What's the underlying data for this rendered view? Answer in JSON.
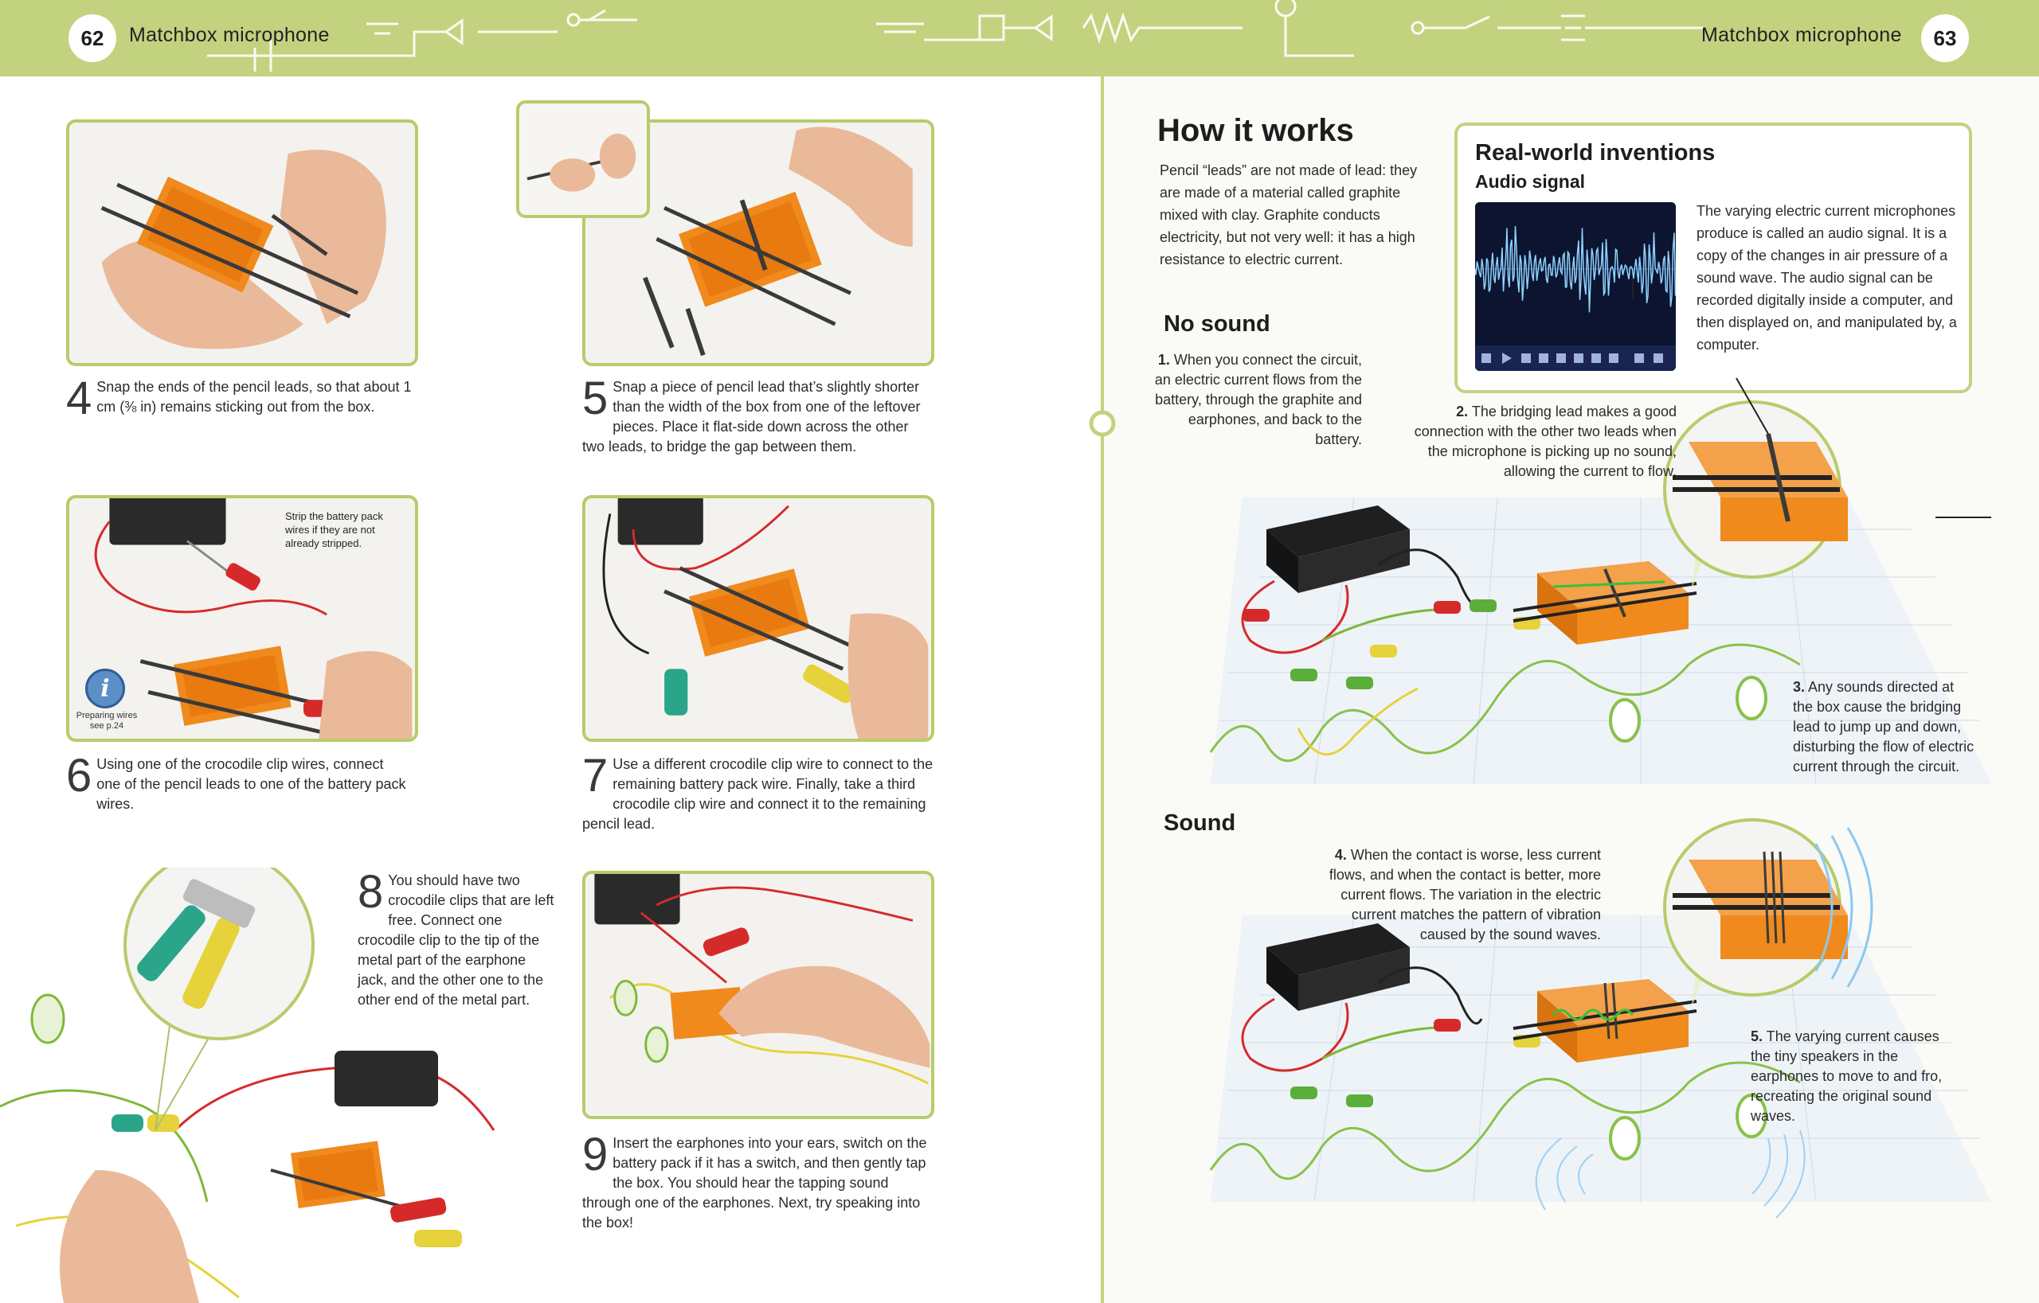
{
  "left_page": {
    "page_number": "62",
    "title": "Matchbox microphone",
    "steps": [
      {
        "number": "4",
        "text": "Snap the ends of the pencil leads, so that about 1 cm (⅜ in) remains sticking out from the box."
      },
      {
        "number": "5",
        "text": "Snap a piece of pencil lead that’s slightly shorter than the width of the box from one of the leftover pieces. Place it flat-side down across the other two leads, to bridge the gap between them."
      },
      {
        "number": "6",
        "text": "Using one of the crocodile clip wires, connect one of the pencil leads to one of the battery pack wires."
      },
      {
        "number": "7",
        "text": "Use a different crocodile clip wire to connect to the remaining battery pack wire. Finally, take a third crocodile clip wire and connect it to the remaining pencil lead."
      },
      {
        "number": "8",
        "text": "You should have two crocodile clips that are left free. Connect one crocodile clip to the tip of the metal part of the earphone jack, and the other one to the other end of the metal part."
      },
      {
        "number": "9",
        "text": "Insert the earphones into your ears, switch on the battery pack if it has a switch, and then gently tap the box. You should hear the tapping sound through one of the earphones. Next, try speaking into the box!"
      }
    ],
    "strip_note": "Strip the battery pack wires if they are not already stripped.",
    "info_icon_glyph": "i",
    "info_label": "Preparing wires see p.24"
  },
  "right_page": {
    "page_number": "63",
    "title": "Matchbox microphone",
    "how_heading": "How it works",
    "how_text": "Pencil “leads” are not made of lead: they are made of a material called graphite mixed with clay. Graphite conducts electricity, but not very well: it has a high resistance to electric current.",
    "real_world": {
      "title": "Real-world inventions",
      "subtitle": "Audio signal",
      "text": "The varying electric current microphones produce is called an audio signal. It is a copy of the changes in air pressure of a sound wave. The audio signal can be recorded digitally inside a computer, and then displayed on, and manipulated by, a computer."
    },
    "no_sound_heading": "No sound",
    "sound_heading": "Sound",
    "callouts": [
      {
        "num": "1.",
        "text": "When you connect the circuit, an electric current flows from the battery, through the graphite and earphones, and back to the battery."
      },
      {
        "num": "2.",
        "text": "The bridging lead makes a good connection with the other two leads when the microphone is picking up no sound, allowing the current to flow."
      },
      {
        "num": "3.",
        "text": "Any sounds directed at the box cause the bridging lead to jump up and down, disturbing the flow of electric current through the circuit."
      },
      {
        "num": "4.",
        "text": "When the contact is worse, less current flows, and when the contact is better, more current flows. The variation in the electric current matches the pattern of vibration caused by the sound waves."
      },
      {
        "num": "5.",
        "text": "The varying current causes the tiny speakers in the earphones to move to and fro, recreating the original sound waves."
      }
    ]
  },
  "colors": {
    "header_band": "#c3d27f",
    "frame_green": "#b6cc6a",
    "box_orange": "#f08a1c",
    "wire_red": "#d62a2a",
    "wire_green": "#7fb83a",
    "wire_yellow": "#e6d23a",
    "info_blue": "#5b8fc7"
  }
}
